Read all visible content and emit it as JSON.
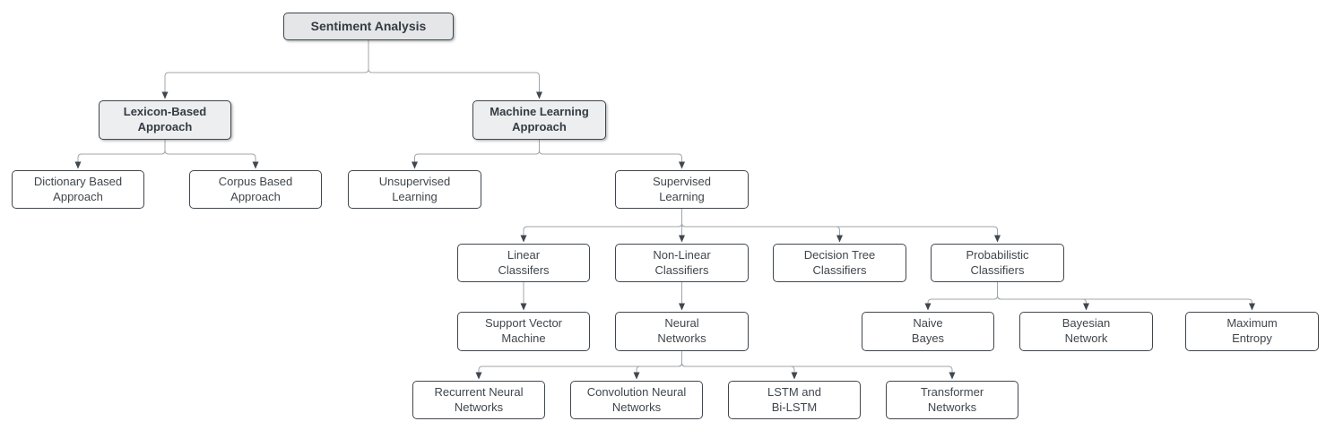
{
  "colors": {
    "background": "#ffffff",
    "node_fill": "#ffffff",
    "root_fill": "#e4e6e8",
    "branch_fill": "#eceef0",
    "node_border": "#40474e",
    "node_text": "#40464c",
    "emphasis_text": "#343b42",
    "connector_line": "#a0a5a9",
    "arrowhead": "#40474e"
  },
  "nodes": [
    {
      "id": "sentiment-analysis",
      "label": "Sentiment Analysis",
      "style": "root"
    },
    {
      "id": "lexicon-based-approach",
      "label": "Lexicon-Based\nApproach",
      "style": "branch"
    },
    {
      "id": "machine-learning-approach",
      "label": "Machine Learning\nApproach",
      "style": "branch"
    },
    {
      "id": "dictionary-based-approach",
      "label": "Dictionary Based\nApproach",
      "style": "plain"
    },
    {
      "id": "corpus-based-approach",
      "label": "Corpus Based\nApproach",
      "style": "plain"
    },
    {
      "id": "unsupervised-learning",
      "label": "Unsupervised\nLearning",
      "style": "plain"
    },
    {
      "id": "supervised-learning",
      "label": "Supervised\nLearning",
      "style": "plain"
    },
    {
      "id": "linear-classifers",
      "label": "Linear\nClassifers",
      "style": "plain"
    },
    {
      "id": "non-linear-classifiers",
      "label": "Non-Linear\nClassifiers",
      "style": "plain"
    },
    {
      "id": "decision-tree-classifiers",
      "label": "Decision Tree\nClassifiers",
      "style": "plain"
    },
    {
      "id": "probabilistic-classifiers",
      "label": "Probabilistic\nClassifiers",
      "style": "plain"
    },
    {
      "id": "support-vector-machine",
      "label": "Support Vector\nMachine",
      "style": "plain"
    },
    {
      "id": "neural-networks",
      "label": "Neural\nNetworks",
      "style": "plain"
    },
    {
      "id": "naive-bayes",
      "label": "Naive\nBayes",
      "style": "plain"
    },
    {
      "id": "bayesian-network",
      "label": "Bayesian\nNetwork",
      "style": "plain"
    },
    {
      "id": "maximum-entropy",
      "label": "Maximum\nEntropy",
      "style": "plain"
    },
    {
      "id": "recurrent-neural-networks",
      "label": "Recurrent Neural\nNetworks",
      "style": "plain"
    },
    {
      "id": "convolution-neural-networks",
      "label": "Convolution Neural\nNetworks",
      "style": "plain"
    },
    {
      "id": "lstm-and-bi-lstm",
      "label": "LSTM and\nBi-LSTM",
      "style": "plain"
    },
    {
      "id": "transformer-networks",
      "label": "Transformer\nNetworks",
      "style": "plain"
    }
  ],
  "edges": [
    {
      "from": "sentiment-analysis",
      "to": "lexicon-based-approach"
    },
    {
      "from": "sentiment-analysis",
      "to": "machine-learning-approach"
    },
    {
      "from": "lexicon-based-approach",
      "to": "dictionary-based-approach"
    },
    {
      "from": "lexicon-based-approach",
      "to": "corpus-based-approach"
    },
    {
      "from": "machine-learning-approach",
      "to": "unsupervised-learning"
    },
    {
      "from": "machine-learning-approach",
      "to": "supervised-learning"
    },
    {
      "from": "supervised-learning",
      "to": "linear-classifers"
    },
    {
      "from": "supervised-learning",
      "to": "non-linear-classifiers"
    },
    {
      "from": "supervised-learning",
      "to": "decision-tree-classifiers"
    },
    {
      "from": "supervised-learning",
      "to": "probabilistic-classifiers"
    },
    {
      "from": "linear-classifers",
      "to": "support-vector-machine"
    },
    {
      "from": "non-linear-classifiers",
      "to": "neural-networks"
    },
    {
      "from": "probabilistic-classifiers",
      "to": "naive-bayes"
    },
    {
      "from": "probabilistic-classifiers",
      "to": "bayesian-network"
    },
    {
      "from": "probabilistic-classifiers",
      "to": "maximum-entropy"
    },
    {
      "from": "neural-networks",
      "to": "recurrent-neural-networks"
    },
    {
      "from": "neural-networks",
      "to": "convolution-neural-networks"
    },
    {
      "from": "neural-networks",
      "to": "lstm-and-bi-lstm"
    },
    {
      "from": "neural-networks",
      "to": "transformer-networks"
    }
  ]
}
